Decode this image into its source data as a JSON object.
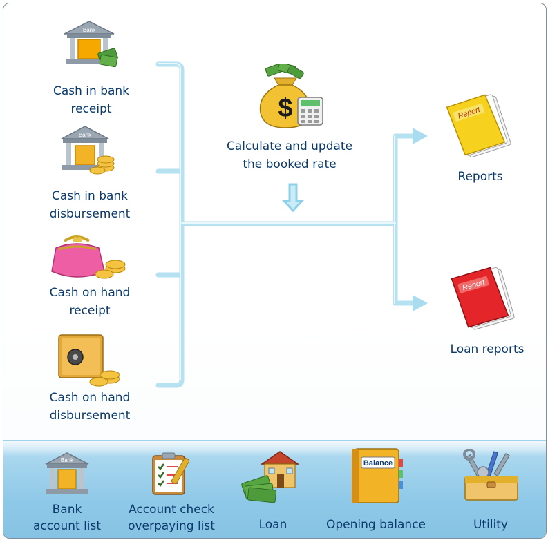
{
  "flow": {
    "left_items": [
      {
        "label_lines": [
          "Cash in bank",
          "receipt"
        ],
        "icon": "bank-cash-icon"
      },
      {
        "label_lines": [
          "Cash in bank",
          "disbursement"
        ],
        "icon": "bank-coins-icon"
      },
      {
        "label_lines": [
          "Cash on hand",
          "receipt"
        ],
        "icon": "purse-coins-icon"
      },
      {
        "label_lines": [
          "Cash on hand",
          "disbursement"
        ],
        "icon": "safe-coins-icon"
      }
    ],
    "center": {
      "label_lines": [
        "Calculate and update",
        "the booked rate"
      ],
      "icon": "money-bag-calculator-icon"
    },
    "right_items": [
      {
        "label": "Reports",
        "icon": "yellow-report-folder-icon",
        "icon_text": "Report"
      },
      {
        "label": "Loan reports",
        "icon": "red-report-folder-icon",
        "icon_text": "Report"
      }
    ],
    "icon_texts": {
      "bank": "Bank"
    }
  },
  "bottom_bar": {
    "items": [
      {
        "label_lines": [
          "Bank",
          "account list"
        ],
        "icon": "bank-icon",
        "icon_text": "Bank"
      },
      {
        "label_lines": [
          "Account check",
          "overpaying list"
        ],
        "icon": "checklist-clipboard-icon"
      },
      {
        "label_lines": [
          "Loan"
        ],
        "icon": "house-money-icon"
      },
      {
        "label_lines": [
          "Opening balance"
        ],
        "icon": "balance-book-icon",
        "icon_text": "Balance"
      },
      {
        "label_lines": [
          "Utility"
        ],
        "icon": "toolbox-icon"
      }
    ]
  },
  "colors": {
    "label_text": "#0b3a6c",
    "connector": "#bfe6f3",
    "bottom_bar": "#8fc9e8"
  }
}
